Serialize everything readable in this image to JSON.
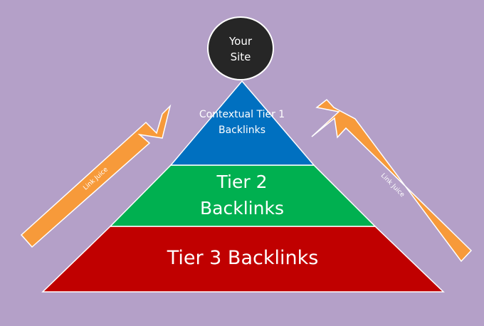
{
  "colors": {
    "background": "#b4a0c8",
    "site_circle": "#262626",
    "tier1": "#0070c0",
    "tier2": "#00b050",
    "tier3": "#c00000",
    "arrow": "#f79a3a",
    "tier_outline": "#ffffff"
  },
  "site": {
    "line1": "Your",
    "line2": "Site"
  },
  "tiers": {
    "tier1": {
      "line1": "Contextual Tier 1",
      "line2": "Backlinks"
    },
    "tier2": {
      "line1": "Tier 2",
      "line2": "Backlinks"
    },
    "tier3": {
      "label": "Tier 3 Backlinks"
    }
  },
  "arrows": {
    "left_label": "Link Juice",
    "right_label": "Link Juice"
  }
}
